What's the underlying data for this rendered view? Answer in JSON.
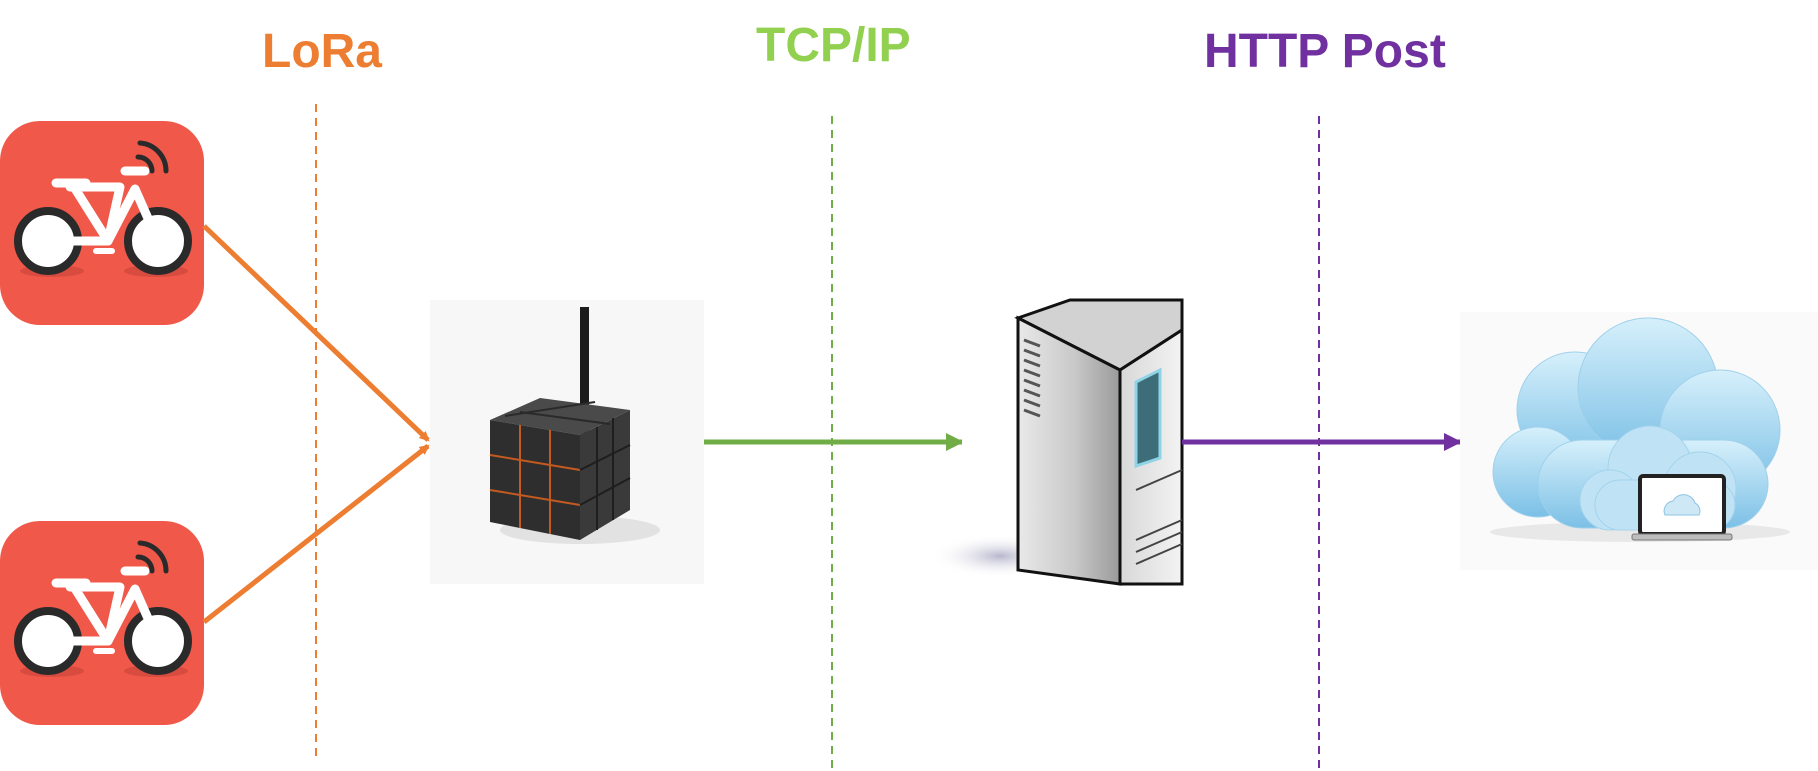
{
  "protocols": {
    "lora": {
      "label": "LoRa",
      "color": "#ED7D31"
    },
    "tcpip": {
      "label": "TCP/IP",
      "color": "#92D050"
    },
    "http": {
      "label": "HTTP Post",
      "color": "#7030A0"
    }
  },
  "arrow_colors": {
    "lora": "#ED7D31",
    "tcpip": "#70AD47",
    "http": "#7030A0"
  },
  "icons": {
    "bike_app": "bike-app-icon",
    "gateway": "lora-gateway-icon",
    "server": "server-icon",
    "cloud": "cloud-icon"
  },
  "app_icon_color": "#F0584A"
}
